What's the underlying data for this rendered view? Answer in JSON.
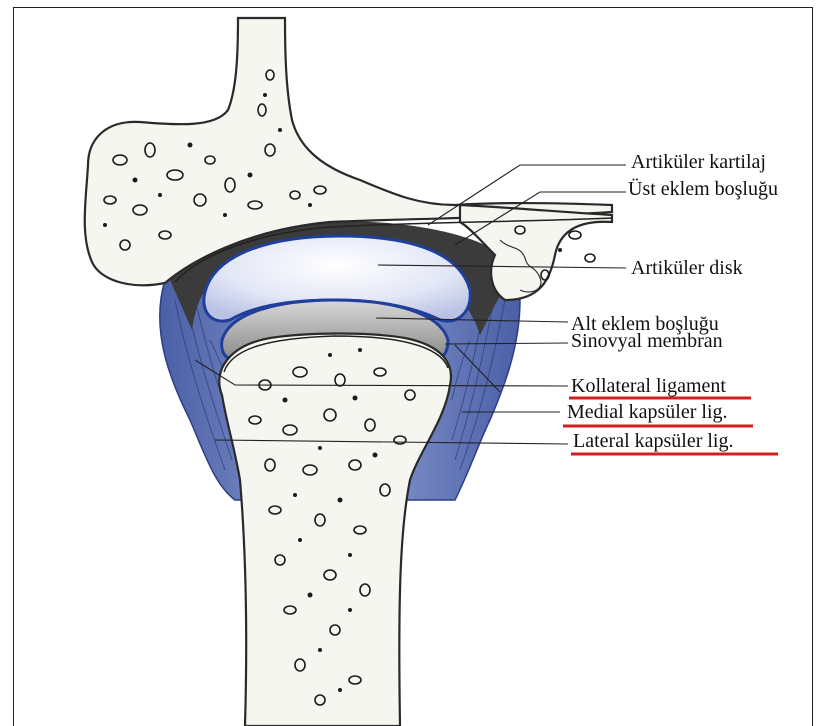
{
  "diagram": {
    "labels": [
      {
        "id": "articular-cartilage",
        "text": "Artiküler kartilaj",
        "underlined": false
      },
      {
        "id": "upper-joint-space",
        "text": "Üst eklem boşluğu",
        "underlined": false
      },
      {
        "id": "articular-disc",
        "text": "Artiküler disk",
        "underlined": false
      },
      {
        "id": "lower-joint-space",
        "text": "Alt eklem boşluğu",
        "underlined": false
      },
      {
        "id": "synovial-membrane",
        "text": "Sinovyal membran",
        "underlined": false
      },
      {
        "id": "collateral-ligament",
        "text": "Kollateral ligament",
        "underlined": true
      },
      {
        "id": "medial-capsular-ligament",
        "text": "Medial kapsüler lig.",
        "underlined": true
      },
      {
        "id": "lateral-capsular-ligament",
        "text": "Lateral kapsüler lig.",
        "underlined": true
      }
    ],
    "colors": {
      "bone": "#f6f6f1",
      "capsule": "#5b6fb0",
      "disc": "#dfe3f4",
      "synovial": "#1f3f9a",
      "joint_space": "#3a3a3a",
      "underline": "#d02020"
    }
  }
}
